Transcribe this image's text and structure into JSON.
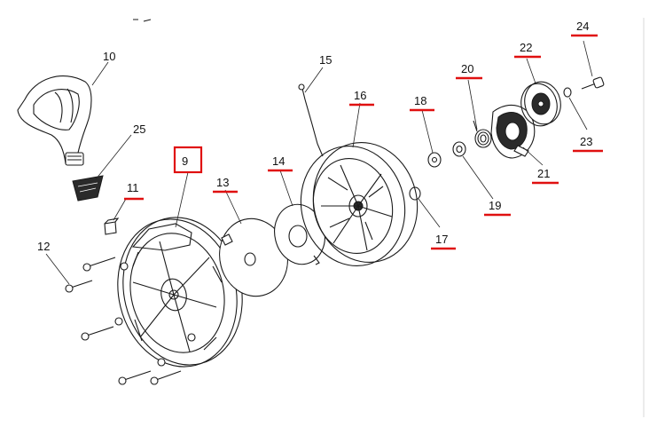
{
  "diagram": {
    "callouts": [
      {
        "id": "p9",
        "text": "9",
        "highlight": "box"
      },
      {
        "id": "p10",
        "text": "10",
        "highlight": "none"
      },
      {
        "id": "p11",
        "text": "11",
        "highlight": "underline"
      },
      {
        "id": "p12",
        "text": "12",
        "highlight": "none"
      },
      {
        "id": "p13",
        "text": "13",
        "highlight": "underline"
      },
      {
        "id": "p14",
        "text": "14",
        "highlight": "underline"
      },
      {
        "id": "p15",
        "text": "15",
        "highlight": "none"
      },
      {
        "id": "p16",
        "text": "16",
        "highlight": "underline"
      },
      {
        "id": "p17",
        "text": "17",
        "highlight": "underline"
      },
      {
        "id": "p18",
        "text": "18",
        "highlight": "underline"
      },
      {
        "id": "p19",
        "text": "19",
        "highlight": "underline"
      },
      {
        "id": "p20",
        "text": "20",
        "highlight": "underline"
      },
      {
        "id": "p21",
        "text": "21",
        "highlight": "underline"
      },
      {
        "id": "p22",
        "text": "22",
        "highlight": "underline"
      },
      {
        "id": "p23",
        "text": "23",
        "highlight": "underline"
      },
      {
        "id": "p24",
        "text": "24",
        "highlight": "underline"
      },
      {
        "id": "p25",
        "text": "25",
        "highlight": "none"
      }
    ],
    "highlight_color": "#e01010",
    "line_color": "#1a1a1a"
  }
}
